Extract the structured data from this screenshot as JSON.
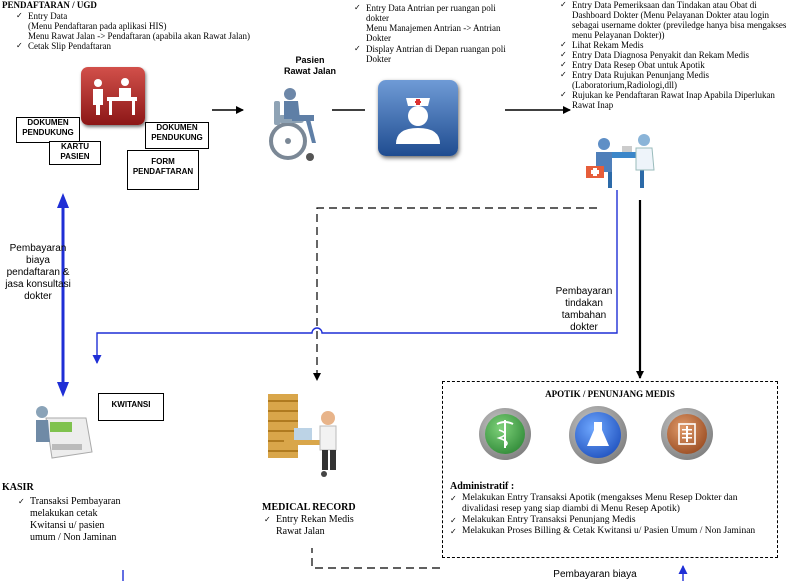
{
  "pendaftaran": {
    "title": "PENDAFTARAN / UGD",
    "items": [
      {
        "text": "Entry Data",
        "sub": [
          "(Menu Pendaftaran pada aplikasi HIS)",
          "Menu Rawat Jalan -> Pendaftaran (apabila akan Rawat Jalan)"
        ]
      },
      {
        "text": "Cetak Slip Pendaftaran",
        "sub": []
      }
    ],
    "docs": {
      "dokumen_pendukung_1": "DOKUMEN PENDUKUNG",
      "kartu_pasien": "KARTU PASIEN",
      "dokumen_pendukung_2": "DOKUMEN PENDUKUNG",
      "form_pendaftaran": "FORM PENDAFTARAN"
    }
  },
  "pasien_rawat_jalan": {
    "label_1": "Pasien",
    "label_2": "Rawat Jalan"
  },
  "antrian": {
    "items": [
      {
        "text": "Entry Data Antrian per ruangan poli dokter",
        "sub": [
          "Menu Manajemen Antrian -> Antrian Dokter"
        ]
      },
      {
        "text": "Display Antrian di Depan ruangan poli Dokter",
        "sub": []
      }
    ]
  },
  "dokter": {
    "items": [
      "Entry Data Pemeriksaan dan Tindakan atau Obat di Dashboard Dokter (Menu Pelayanan Dokter atau login sebagai username dokter (previledge hanya bisa mengakses menu Pelayanan Dokter))",
      "Lihat Rekam Medis",
      "Entry Data Diagnosa Penyakit dan Rekam Medis",
      "Entry Data Resep Obat untuk Apotik",
      "Entry Data Rujukan Penunjang Medis (Laboratorium,Radiologi,dll)",
      "Rujukan ke Pendaftaran Rawat Inap Apabila Diperlukan Rawat Inap"
    ]
  },
  "notes": {
    "pembayaran_pendaftaran": "Pembayaran biaya pendaftaran & jasa konsultasi dokter",
    "pembayaran_tindakan": "Pembayaran tindakan tambahan dokter",
    "pembayaran_biaya_bottom": "Pembayaran biaya"
  },
  "kasir": {
    "title": "KASIR",
    "kwitansi": "KWITANSI",
    "items": [
      "Transaksi Pembayaran melakukan cetak Kwitansi u/ pasien umum / Non Jaminan"
    ]
  },
  "medical_record": {
    "title": "MEDICAL RECORD",
    "items": [
      "Entry Rekan Medis Rawat Jalan"
    ]
  },
  "apotik": {
    "title": "APOTIK / PENUNJANG MEDIS",
    "administratif_label": "Administratif :",
    "items": [
      "Melakukan Entry Transaksi Apotik (mengakses Menu Resep Dokter dan divalidasi resep yang siap diambi di Menu Resep Apotik)",
      "Melakukan Entry Transaksi Penunjang Medis",
      "Melakukan Proses Billing & Cetak Kwitansi u/ Pasien Umum / Non Jaminan"
    ]
  },
  "colors": {
    "arrow_blue": "#1f2fd6",
    "arrow_black": "#000000",
    "reg_icon": "#b52a2a",
    "nurse_icon": "#2f5fa5",
    "apotik_green": "#2f9a3a",
    "apotik_blue": "#1f5fd0",
    "apotik_orange": "#b5551f"
  }
}
